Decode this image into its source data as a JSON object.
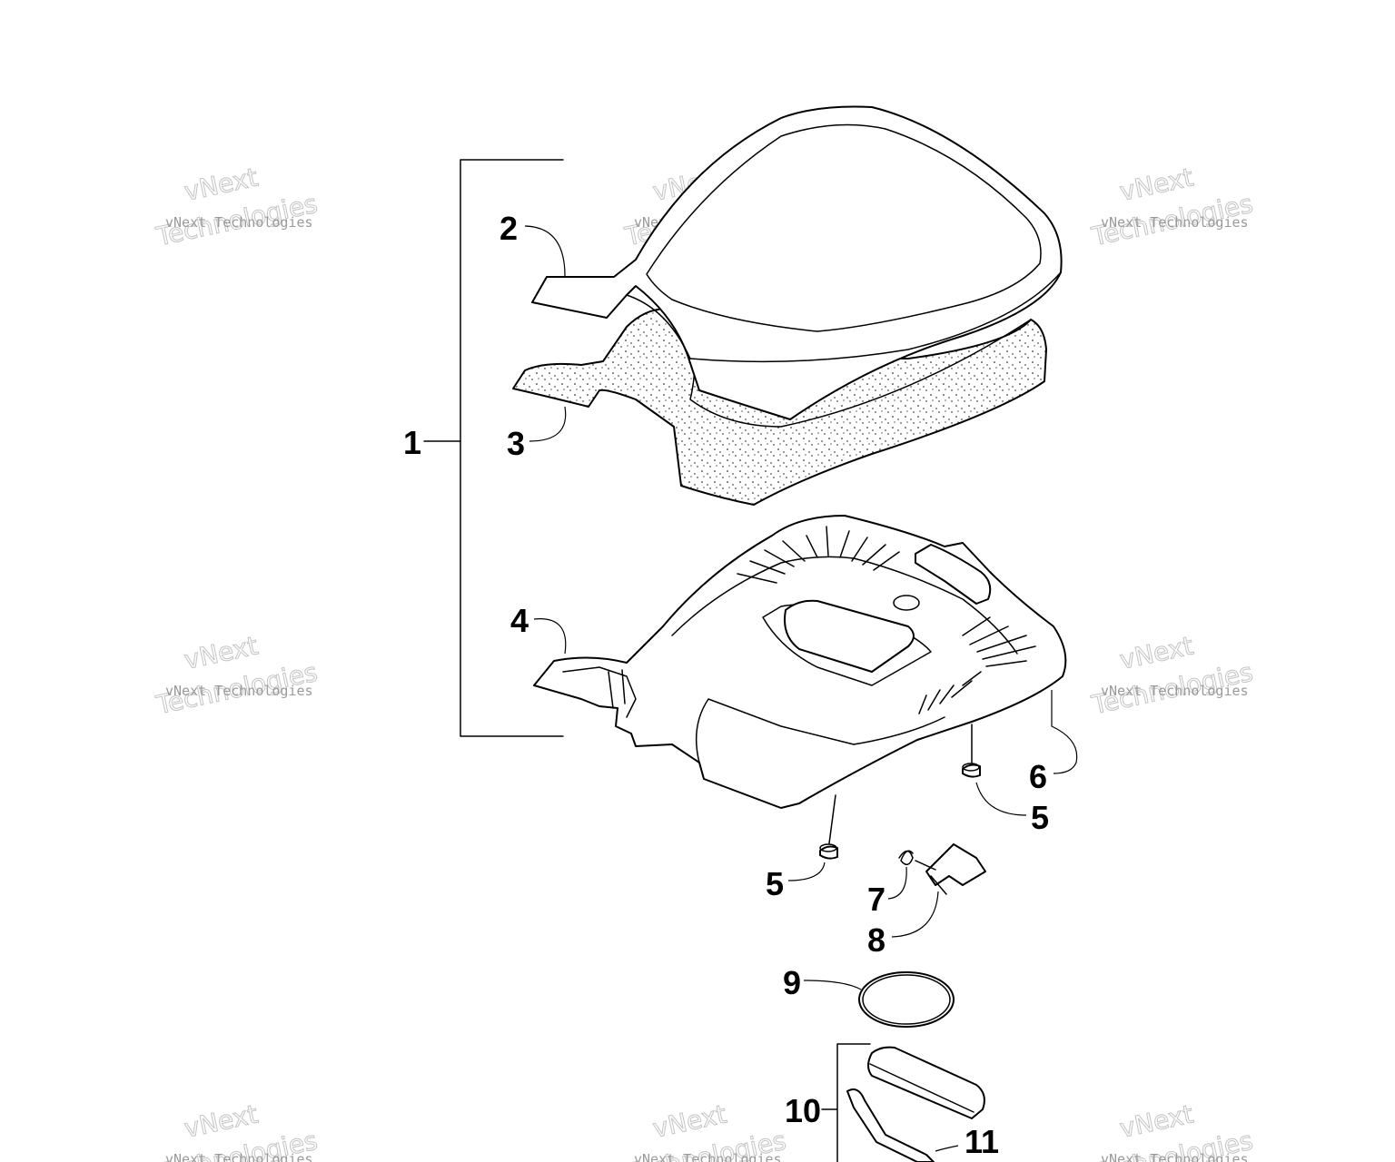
{
  "watermark": {
    "text": "vNext Technologies",
    "word1": "vNext",
    "word2": "Technologies"
  },
  "callouts": [
    {
      "id": "c1",
      "label": "1"
    },
    {
      "id": "c2",
      "label": "2"
    },
    {
      "id": "c3",
      "label": "3"
    },
    {
      "id": "c4",
      "label": "4"
    },
    {
      "id": "c5a",
      "label": "5"
    },
    {
      "id": "c5b",
      "label": "5"
    },
    {
      "id": "c6",
      "label": "6"
    },
    {
      "id": "c7",
      "label": "7"
    },
    {
      "id": "c8",
      "label": "8"
    },
    {
      "id": "c9",
      "label": "9"
    },
    {
      "id": "c10",
      "label": "10"
    },
    {
      "id": "c11",
      "label": "11"
    }
  ]
}
